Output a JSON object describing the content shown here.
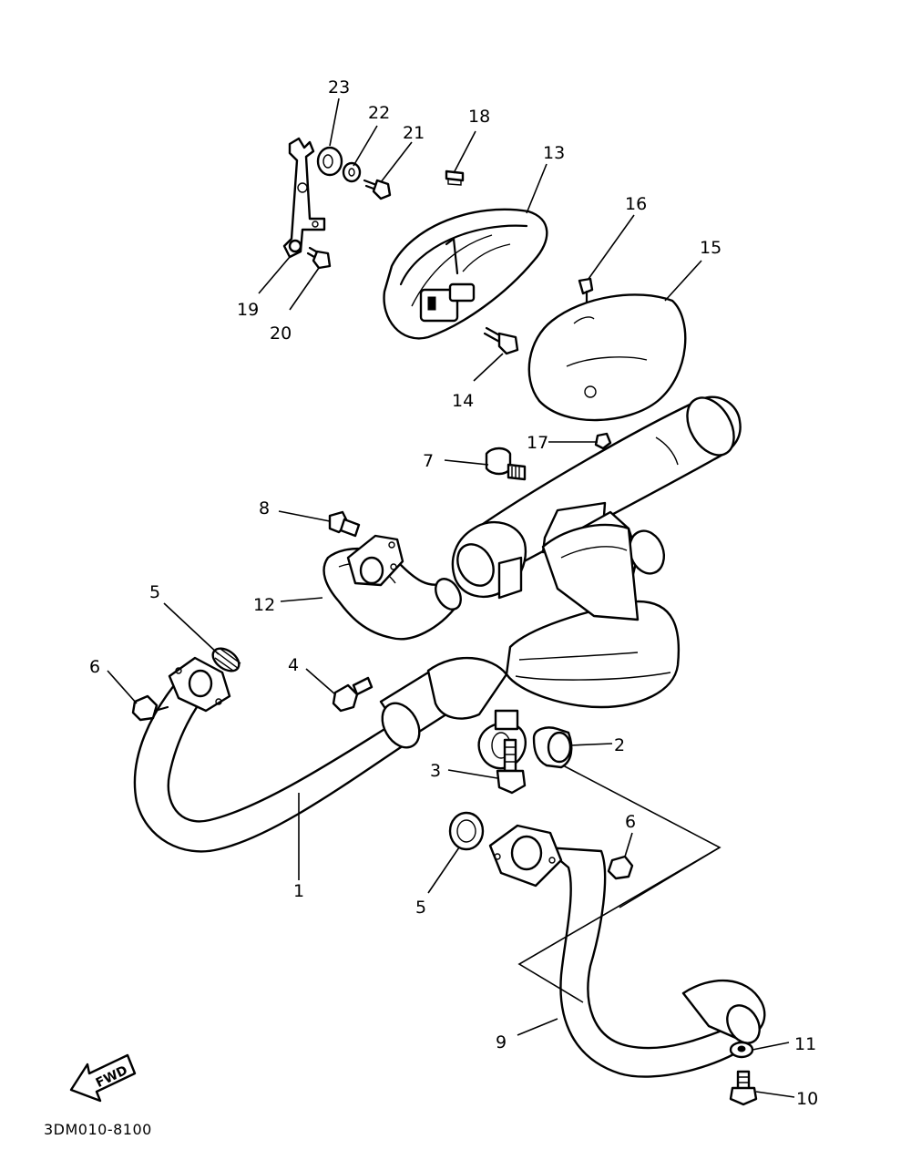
{
  "diagram": {
    "code": "3DM010-8100",
    "fwd_label": "FWD",
    "callouts": {
      "c1": "1",
      "c2": "2",
      "c3": "3",
      "c4": "4",
      "c5a": "5",
      "c5b": "5",
      "c6a": "6",
      "c6b": "6",
      "c7": "7",
      "c8": "8",
      "c9": "9",
      "c10": "10",
      "c11": "11",
      "c12": "12",
      "c13": "13",
      "c14": "14",
      "c15": "15",
      "c16": "16",
      "c17": "17",
      "c18": "18",
      "c19": "19",
      "c20": "20",
      "c21": "21",
      "c22": "22",
      "c23": "23"
    }
  }
}
